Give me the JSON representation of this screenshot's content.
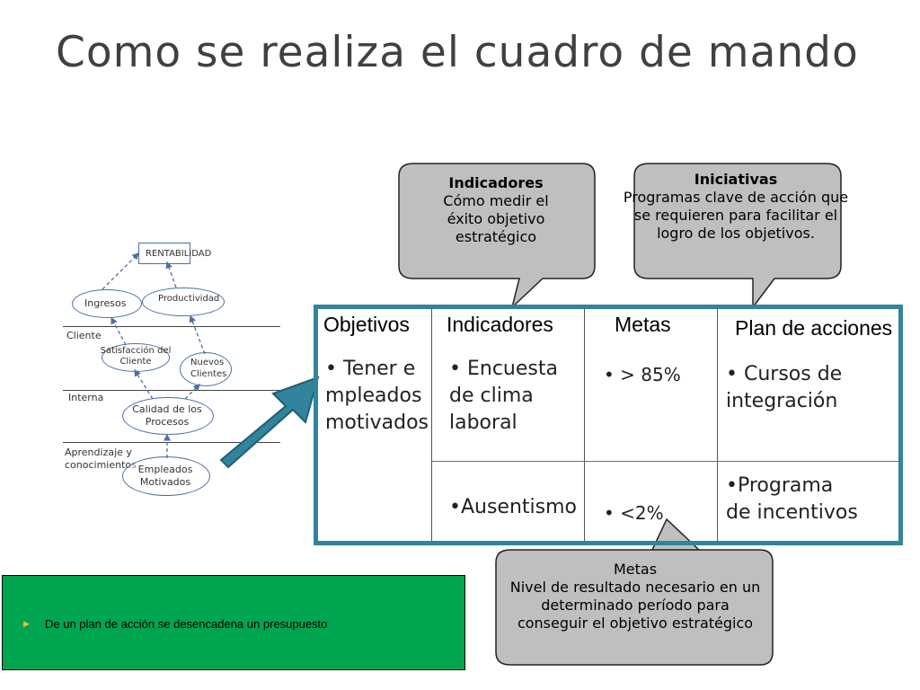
{
  "slide": {
    "title": "Como se realiza el cuadro de mando"
  },
  "strategy_map": {
    "top": "RENTABILIDAD",
    "ingresos": "Ingresos",
    "productividad": "Productividad",
    "cliente_label": "Cliente",
    "satisfaccion": "Satisfacción del Cliente",
    "nuevos": "Nuevos Clientes",
    "interna_label": "Interna",
    "calidad": "Calidad de los Procesos",
    "aprendizaje_label": "Aprendizaje y conocimientos",
    "empleados": "Empleados Motivados"
  },
  "callouts": {
    "indicadores": {
      "heading": "Indicadores",
      "body": "Cómo medir el éxito objetivo estratégico"
    },
    "iniciativas": {
      "heading": "Iniciativas",
      "body": "Programas clave de acción que se requieren para facilitar el logro de los objetivos."
    },
    "metas": {
      "heading": "Metas",
      "body": "Nivel de resultado necesario en un determinado período para conseguir el objetivo estratégico"
    }
  },
  "table": {
    "headers": [
      "Objetivos",
      "Indicadores",
      "Metas",
      "Plan de acciones"
    ],
    "objetivo": "• Tener empleados motivados",
    "indicador_1": "• Encuesta de clima laboral",
    "indicador_2": "•Ausentismo",
    "meta_1": "• > 85%",
    "meta_2": "• <2%",
    "plan_1": "• Cursos de integración",
    "plan_2": "•Programa de incentivos"
  },
  "footer": {
    "bullet": "De un plan de acción se desencadena un presupuesto"
  },
  "colors": {
    "frame": "#31849b",
    "callout_fill": "#bfbfbf",
    "green": "#00a550",
    "arrow": "#31849b"
  }
}
